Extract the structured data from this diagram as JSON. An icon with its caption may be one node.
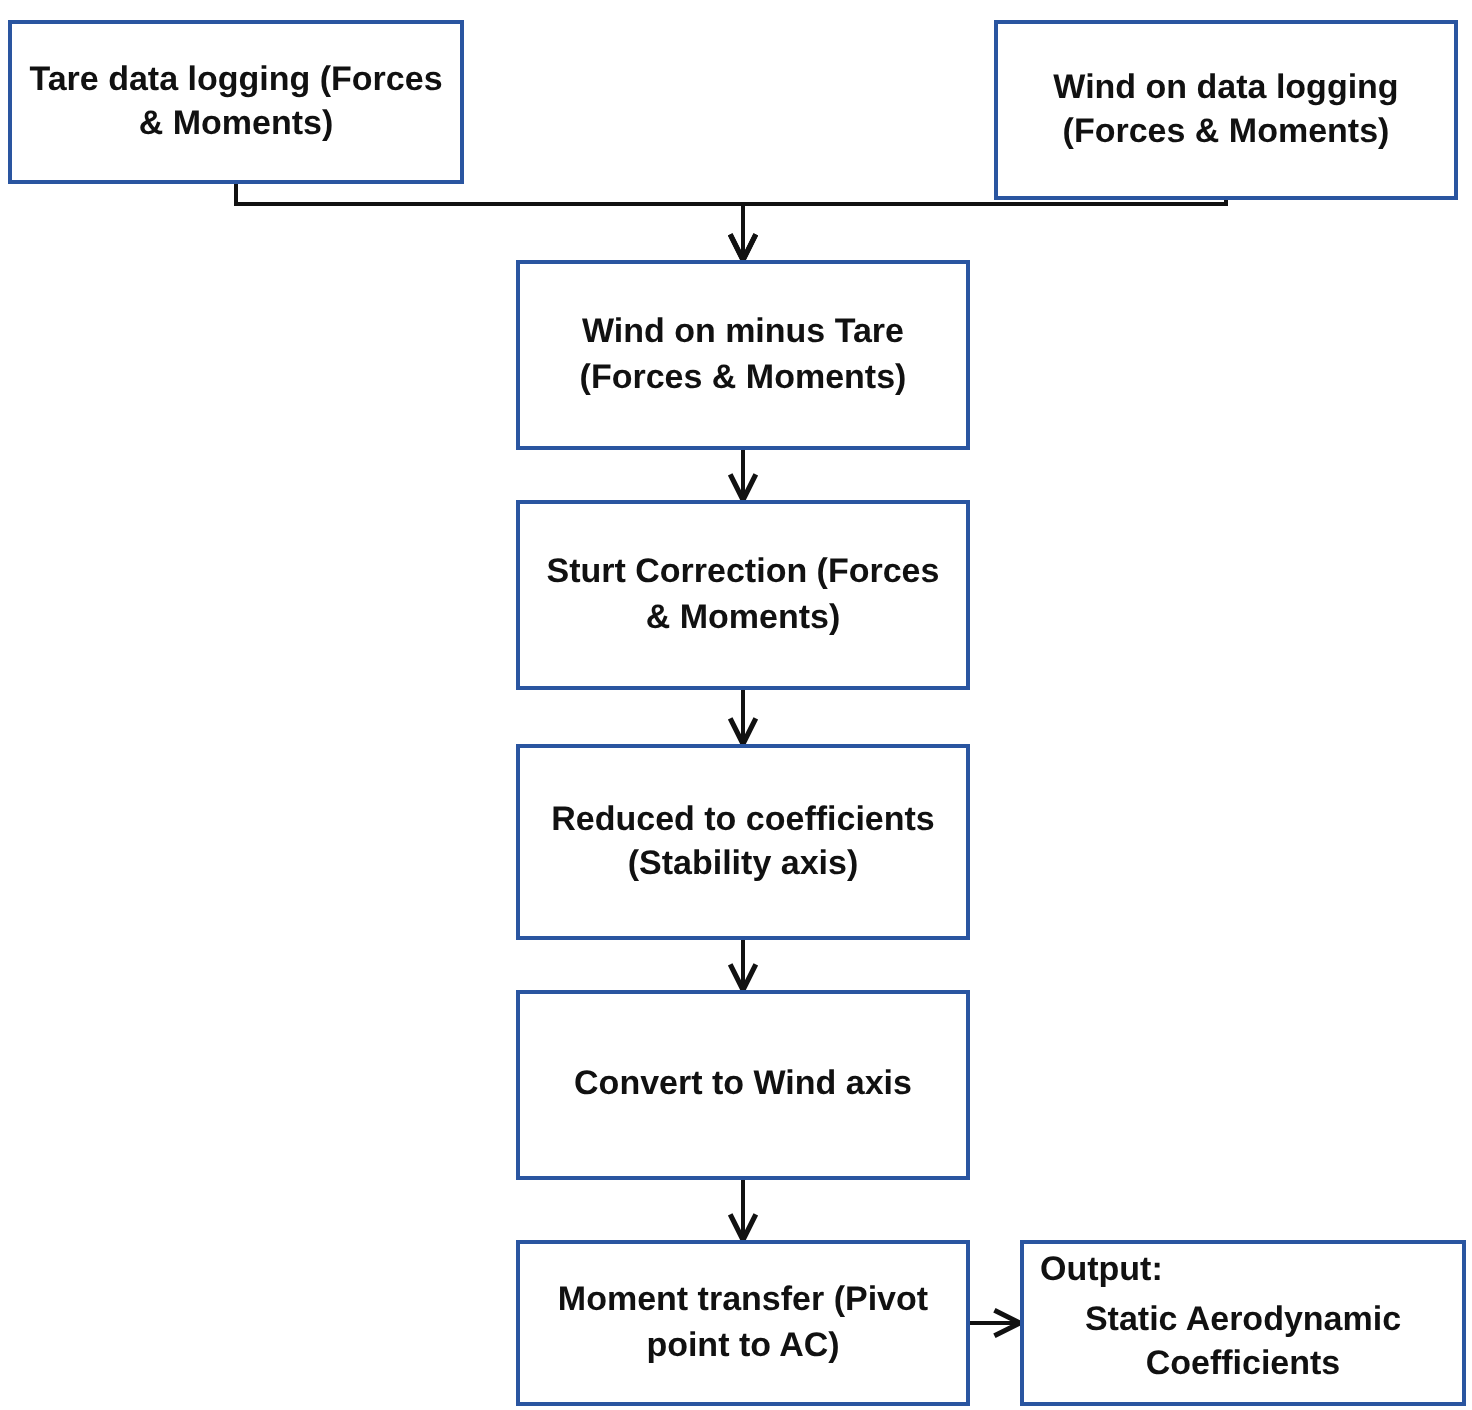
{
  "diagram": {
    "nodes": [
      {
        "text": [
          "Tare data logging (Forces & Moments)"
        ]
      },
      {
        "text": [
          "Wind on data logging (Forces & Moments)"
        ]
      },
      {
        "text": [
          "Wind on minus  Tare (Forces & Moments)"
        ]
      },
      {
        "text": [
          "Sturt Correction (Forces & Moments)"
        ]
      },
      {
        "text": [
          "Reduced to coefficients (Stability axis)"
        ]
      },
      {
        "text": [
          "Convert to Wind axis"
        ]
      },
      {
        "text": [
          "Moment transfer (Pivot point to AC)"
        ]
      },
      {
        "text": [
          "Output:",
          "Static Aerodynamic Coefficients"
        ]
      }
    ],
    "edges": [
      {
        "from": 0,
        "to": 2,
        "arrow": "to"
      },
      {
        "from": 1,
        "to": 2,
        "arrow": "to"
      },
      {
        "from": 2,
        "to": 3,
        "arrow": "to"
      },
      {
        "from": 3,
        "to": 4,
        "arrow": "to"
      },
      {
        "from": 4,
        "to": 5,
        "arrow": "to"
      },
      {
        "from": 5,
        "to": 6,
        "arrow": "to"
      },
      {
        "from": 6,
        "to": 7,
        "arrow": "to"
      }
    ]
  }
}
